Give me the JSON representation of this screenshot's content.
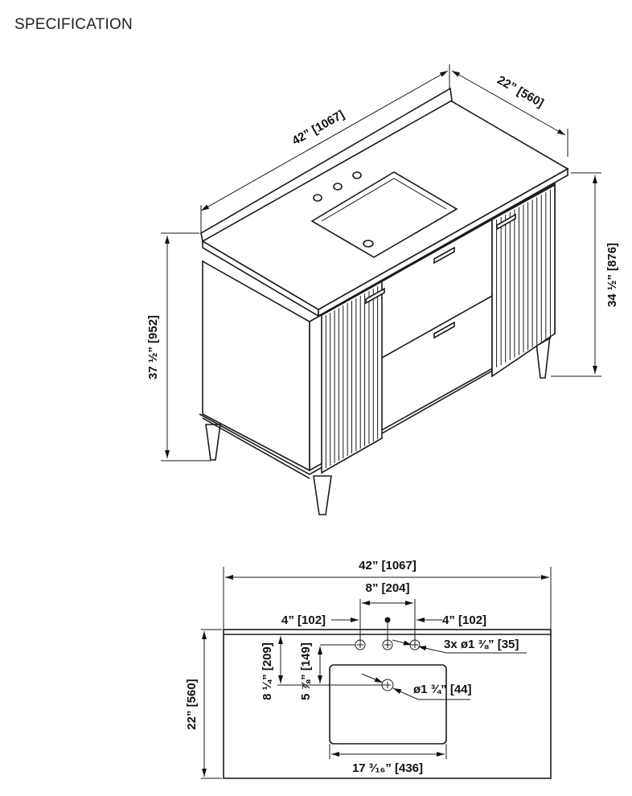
{
  "title": "SPECIFICATION",
  "iso_view": {
    "width_label": "42” [1067]",
    "depth_label": "22” [560]",
    "counter_height_label": "34 ½” [876]",
    "total_height_label": "37 ½” [952]"
  },
  "plan_view": {
    "width_label": "42” [1067]",
    "faucet_spread_label": "8” [204]",
    "left_offset_label": "4” [102]",
    "right_offset_label": "4” [102]",
    "faucet_holes_label": "3x ø1 ⅜” [35]",
    "drain_label": "ø1 ¾” [44]",
    "drain_depth_label": "8 ¼” [209]",
    "hole_to_drain_label": "5 ⅞” [149]",
    "depth_label": "22” [560]",
    "sink_width_label": "17 ³⁄₁₆” [436]"
  }
}
